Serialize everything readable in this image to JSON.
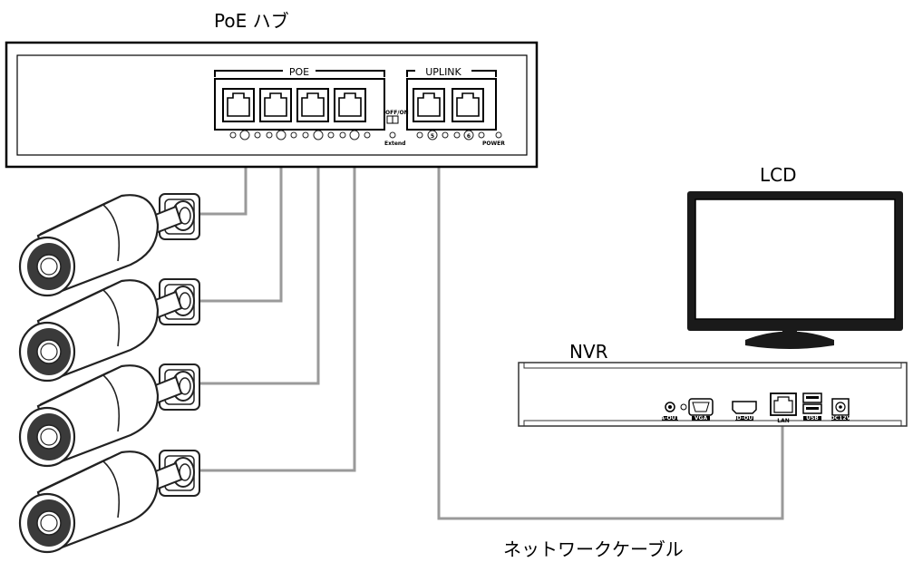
{
  "labels": {
    "hub": "PoE ハブ",
    "lcd": "LCD",
    "nvr": "NVR",
    "cable": "ネットワークケーブル"
  },
  "hub_panel": {
    "poe_group": "POE",
    "uplink_group": "UPLINK",
    "switch_label": "OFF/ON",
    "extend_label": "Extend",
    "power_label": "POWER",
    "port5_mark": "5",
    "port6_mark": "6"
  },
  "nvr_panel": {
    "port_labels": [
      "A-OUT",
      "VGA",
      "HD-OUT",
      "LAN",
      "USB",
      "DC12V"
    ]
  },
  "cameras": [
    "camera-1",
    "camera-2",
    "camera-3",
    "camera-4"
  ],
  "colors": {
    "cable": "#9a9a9a",
    "outline": "#000000",
    "camera_lens": "#3a3a3a"
  }
}
